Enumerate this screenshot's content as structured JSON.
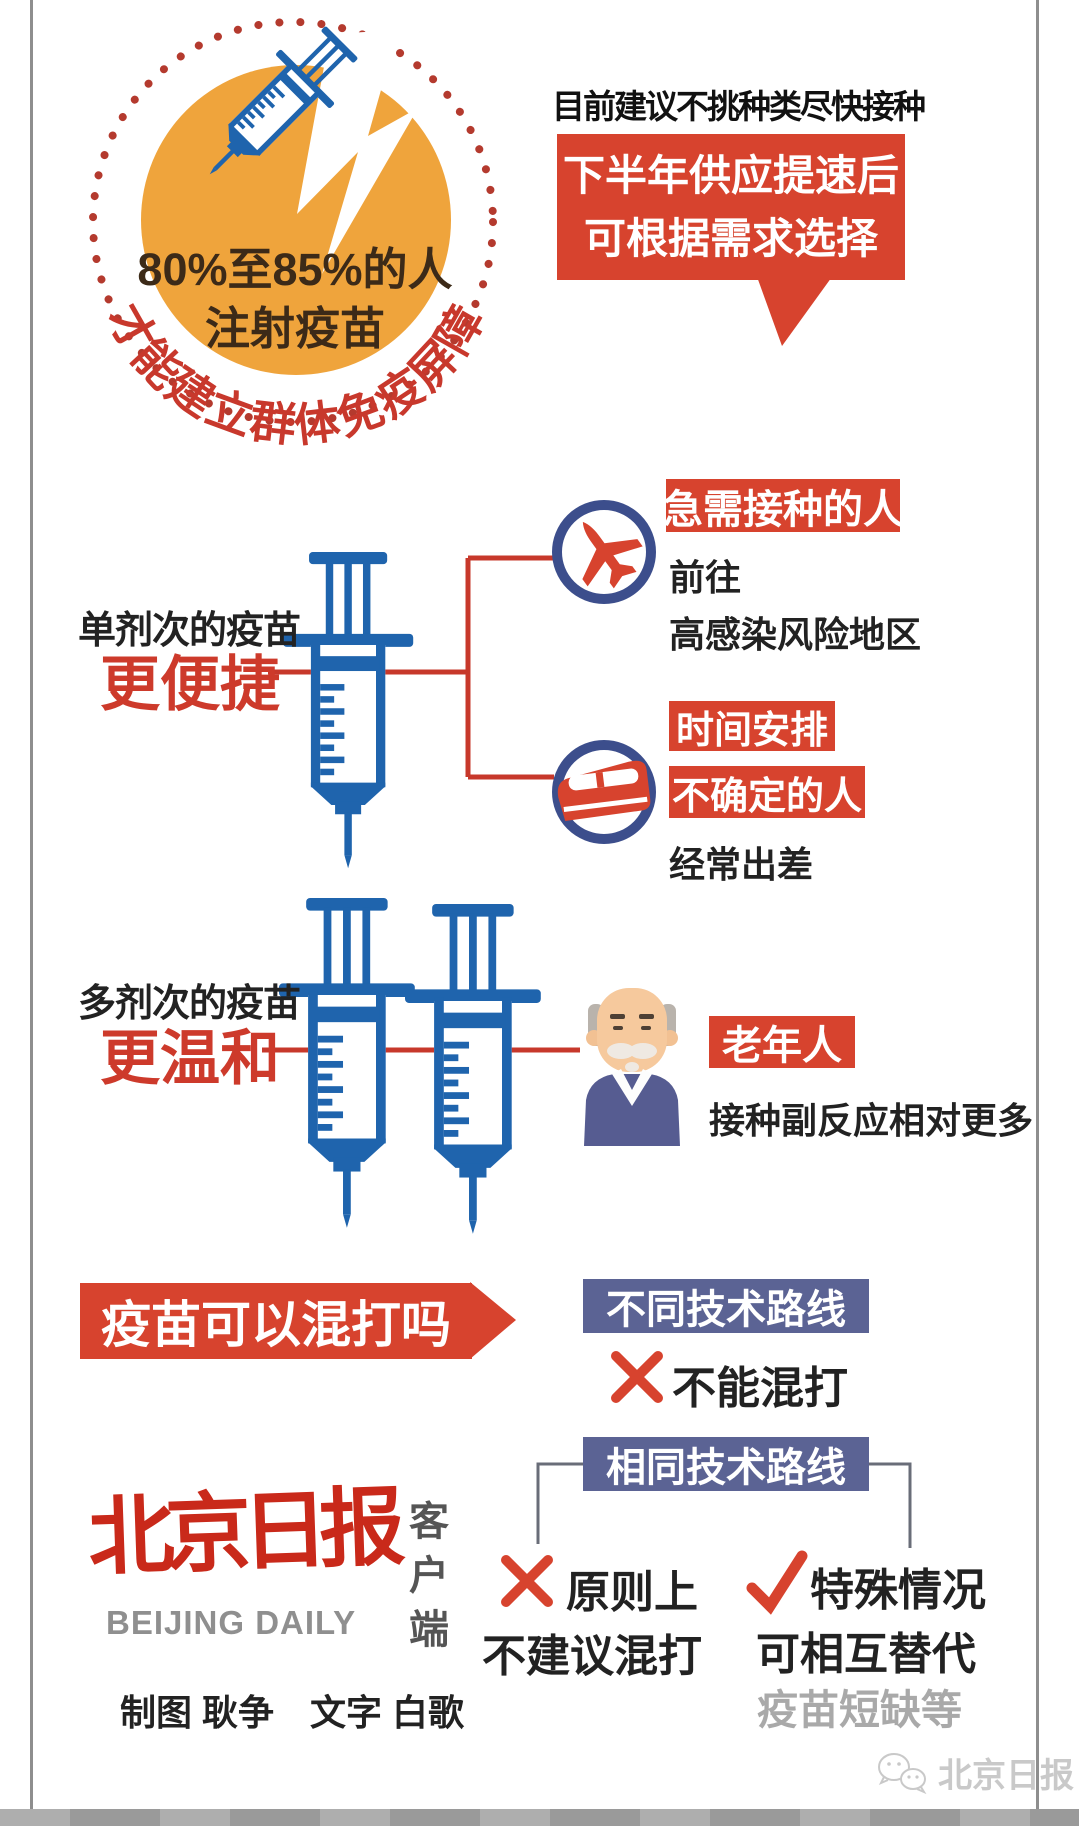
{
  "colors": {
    "accent_red": "#d7432e",
    "dark_red_line": "#c7382b",
    "orange_circle": "#efa43c",
    "syringe_blue": "#1f64ad",
    "ring_navy": "#3c4e8c",
    "slate_banner": "#5b6394",
    "gray_note": "#a9a9a9",
    "logo_red": "#c9291a"
  },
  "icons": {
    "syringe": "syringe-icon",
    "plane": "plane-icon",
    "train": "train-icon",
    "elderly": "elderly-man-avatar",
    "wechat": "wechat-icon",
    "cross": "cross-mark-icon",
    "check": "check-mark-icon"
  },
  "herd": {
    "line1": "80%至85%的人",
    "line2": "注射疫苗",
    "curved": "才能建立群体免疫屏障"
  },
  "advice": {
    "headline": "目前建议不挑种类尽快接种",
    "bubble1": "下半年供应提速后",
    "bubble2": "可根据需求选择"
  },
  "single": {
    "label": "单剂次的疫苗",
    "highlight": "更便捷",
    "urgent": {
      "badge": "急需接种的人",
      "desc1": "前往",
      "desc2": "高感染风险地区"
    },
    "uncertain": {
      "badge1": "时间安排",
      "badge2": "不确定的人",
      "desc": "经常出差"
    }
  },
  "multi": {
    "label": "多剂次的疫苗",
    "highlight": "更温和",
    "elderly": {
      "badge": "老年人",
      "desc": "接种副反应相对更多"
    }
  },
  "mixing": {
    "question": "疫苗可以混打吗",
    "different": {
      "banner": "不同技术路线",
      "verdict": "不能混打"
    },
    "same": {
      "banner": "相同技术路线",
      "no1": "原则上",
      "no2": "不建议混打",
      "yes1": "特殊情况",
      "yes2": "可相互替代",
      "note": "疫苗短缺等"
    }
  },
  "footer": {
    "logo_cn": "北京日报",
    "logo_en": "BEIJING DAILY",
    "logo_client": "客户端",
    "credits": "制图 耿争　文字 白歌",
    "watermark": "北京日报"
  }
}
